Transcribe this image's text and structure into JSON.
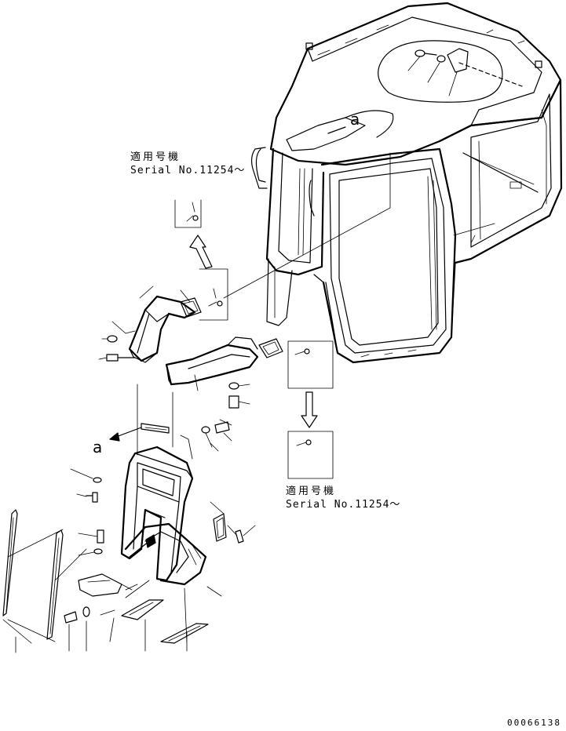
{
  "notes": [
    {
      "applicable_label": "適用号機",
      "serial_label": "Serial No.11254～"
    },
    {
      "applicable_label": "適用号機",
      "serial_label": "Serial No.11254～"
    }
  ],
  "view_marks": {
    "cab_mark": "a",
    "duct_mark": "a"
  },
  "document_number": "00066138"
}
